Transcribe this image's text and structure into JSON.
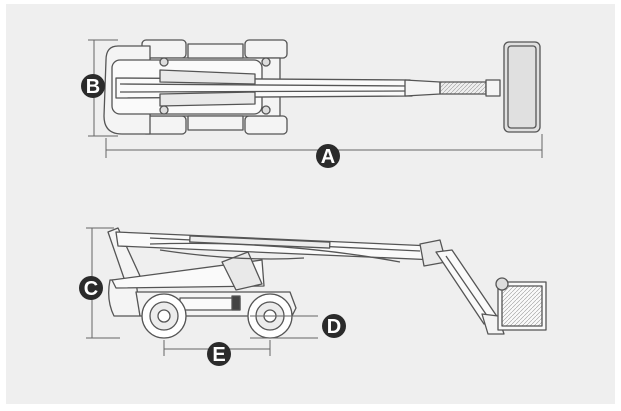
{
  "diagram": {
    "dimension_labels": {
      "A": "A",
      "B": "B",
      "C": "C",
      "D": "D",
      "E": "E"
    },
    "colors": {
      "background": "#efefef",
      "line": "#555555",
      "machine_fill": "#f4f4f4",
      "badge": "#2b2b2b",
      "badge_text": "#ffffff"
    }
  }
}
